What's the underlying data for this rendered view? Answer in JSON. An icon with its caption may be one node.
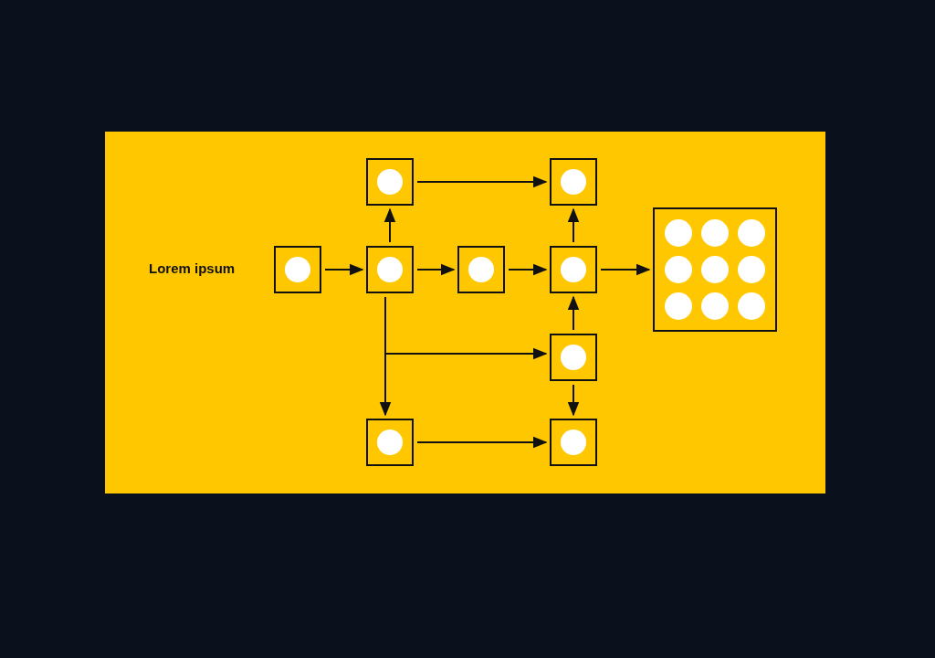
{
  "diagram": {
    "nodes": [
      {
        "text": [],
        "shape": "box"
      },
      {
        "text": [],
        "shape": "box"
      },
      {
        "text": [],
        "shape": "box"
      },
      {
        "text": [],
        "shape": "box"
      },
      {
        "text": [],
        "shape": "box"
      },
      {
        "text": [],
        "shape": "box"
      },
      {
        "text": [],
        "shape": "box"
      },
      {
        "text": [],
        "shape": "box"
      },
      {
        "text": [],
        "shape": "box"
      },
      {
        "text": [],
        "shape": "box"
      }
    ],
    "edges": [
      {
        "from": 2,
        "to": 3,
        "arrow": "to"
      },
      {
        "from": 3,
        "to": 0,
        "arrow": "to"
      },
      {
        "from": 0,
        "to": 1,
        "arrow": "to"
      },
      {
        "from": 3,
        "to": 4,
        "arrow": "to"
      },
      {
        "from": 4,
        "to": 5,
        "arrow": "to"
      },
      {
        "from": 5,
        "to": 1,
        "arrow": "to"
      },
      {
        "from": 5,
        "to": 6,
        "arrow": "to"
      },
      {
        "from": 7,
        "to": 5,
        "arrow": "to"
      },
      {
        "from": 3,
        "to": 7,
        "arrow": "to"
      },
      {
        "from": 3,
        "to": 8,
        "arrow": "to"
      },
      {
        "from": 7,
        "to": 9,
        "arrow": "to"
      },
      {
        "from": 8,
        "to": 9,
        "arrow": "to"
      }
    ],
    "labels": [
      "Lorem ipsum"
    ]
  }
}
